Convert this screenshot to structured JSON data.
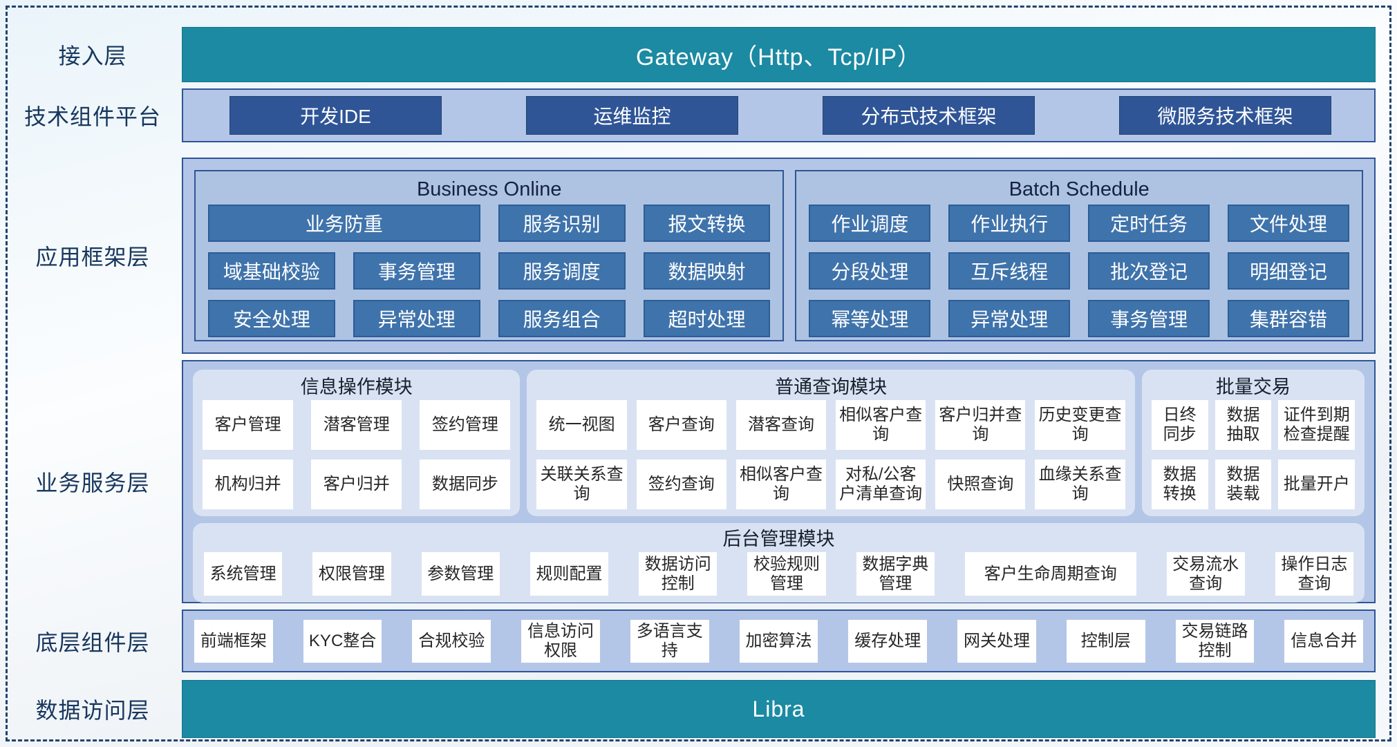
{
  "colors": {
    "teal": "#1b8aa2",
    "navy_box": "#2f5597",
    "steel_box": "#3f73ab",
    "container_fill": "#b4c6e7",
    "panel_fill": "#d9e2f3",
    "frame_dash": "#24426b",
    "label_text": "#17365d"
  },
  "layers": {
    "access": {
      "label": "接入层",
      "gateway": "Gateway（Http、Tcp/IP）"
    },
    "tech": {
      "label": "技术组件平台",
      "items": [
        "开发IDE",
        "运维监控",
        "分布式技术框架",
        "微服务技术框架"
      ]
    },
    "appframe": {
      "label": "应用框架层",
      "business_online": {
        "title": "Business Online",
        "items": [
          "业务防重",
          "服务识别",
          "报文转换",
          "域基础校验",
          "事务管理",
          "服务调度",
          "数据映射",
          "安全处理",
          "异常处理",
          "服务组合",
          "超时处理"
        ]
      },
      "batch_schedule": {
        "title": "Batch Schedule",
        "items": [
          "作业调度",
          "作业执行",
          "定时任务",
          "文件处理",
          "分段处理",
          "互斥线程",
          "批次登记",
          "明细登记",
          "幂等处理",
          "异常处理",
          "事务管理",
          "集群容错"
        ]
      }
    },
    "bizservice": {
      "label": "业务服务层",
      "info_panel": {
        "title": "信息操作模块",
        "items": [
          "客户管理",
          "潜客管理",
          "签约管理",
          "机构归并",
          "客户归并",
          "数据同步"
        ]
      },
      "query_panel": {
        "title": "普通查询模块",
        "items": [
          "统一视图",
          "客户查询",
          "潜客查询",
          "相似客户查询",
          "客户归并查询",
          "历史变更查询",
          "关联关系查询",
          "签约查询",
          "相似客户查询",
          "对私/公客户清单查询",
          "快照查询",
          "血缘关系查询"
        ]
      },
      "batch_panel": {
        "title": "批量交易",
        "items": [
          "日终同步",
          "数据抽取",
          "证件到期检查提醒",
          "数据转换",
          "数据装载",
          "批量开户"
        ]
      },
      "admin_panel": {
        "title": "后台管理模块",
        "items": [
          "系统管理",
          "权限管理",
          "参数管理",
          "规则配置",
          "数据访问控制",
          "校验规则管理",
          "数据字典管理",
          "客户生命周期查询",
          "交易流水查询",
          "操作日志查询"
        ]
      }
    },
    "lowcomp": {
      "label": "底层组件层",
      "items": [
        "前端框架",
        "KYC整合",
        "合规校验",
        "信息访问权限",
        "多语言支持",
        "加密算法",
        "缓存处理",
        "网关处理",
        "控制层",
        "交易链路控制",
        "信息合并"
      ]
    },
    "dataaccess": {
      "label": "数据访问层",
      "bar": "Libra"
    }
  }
}
